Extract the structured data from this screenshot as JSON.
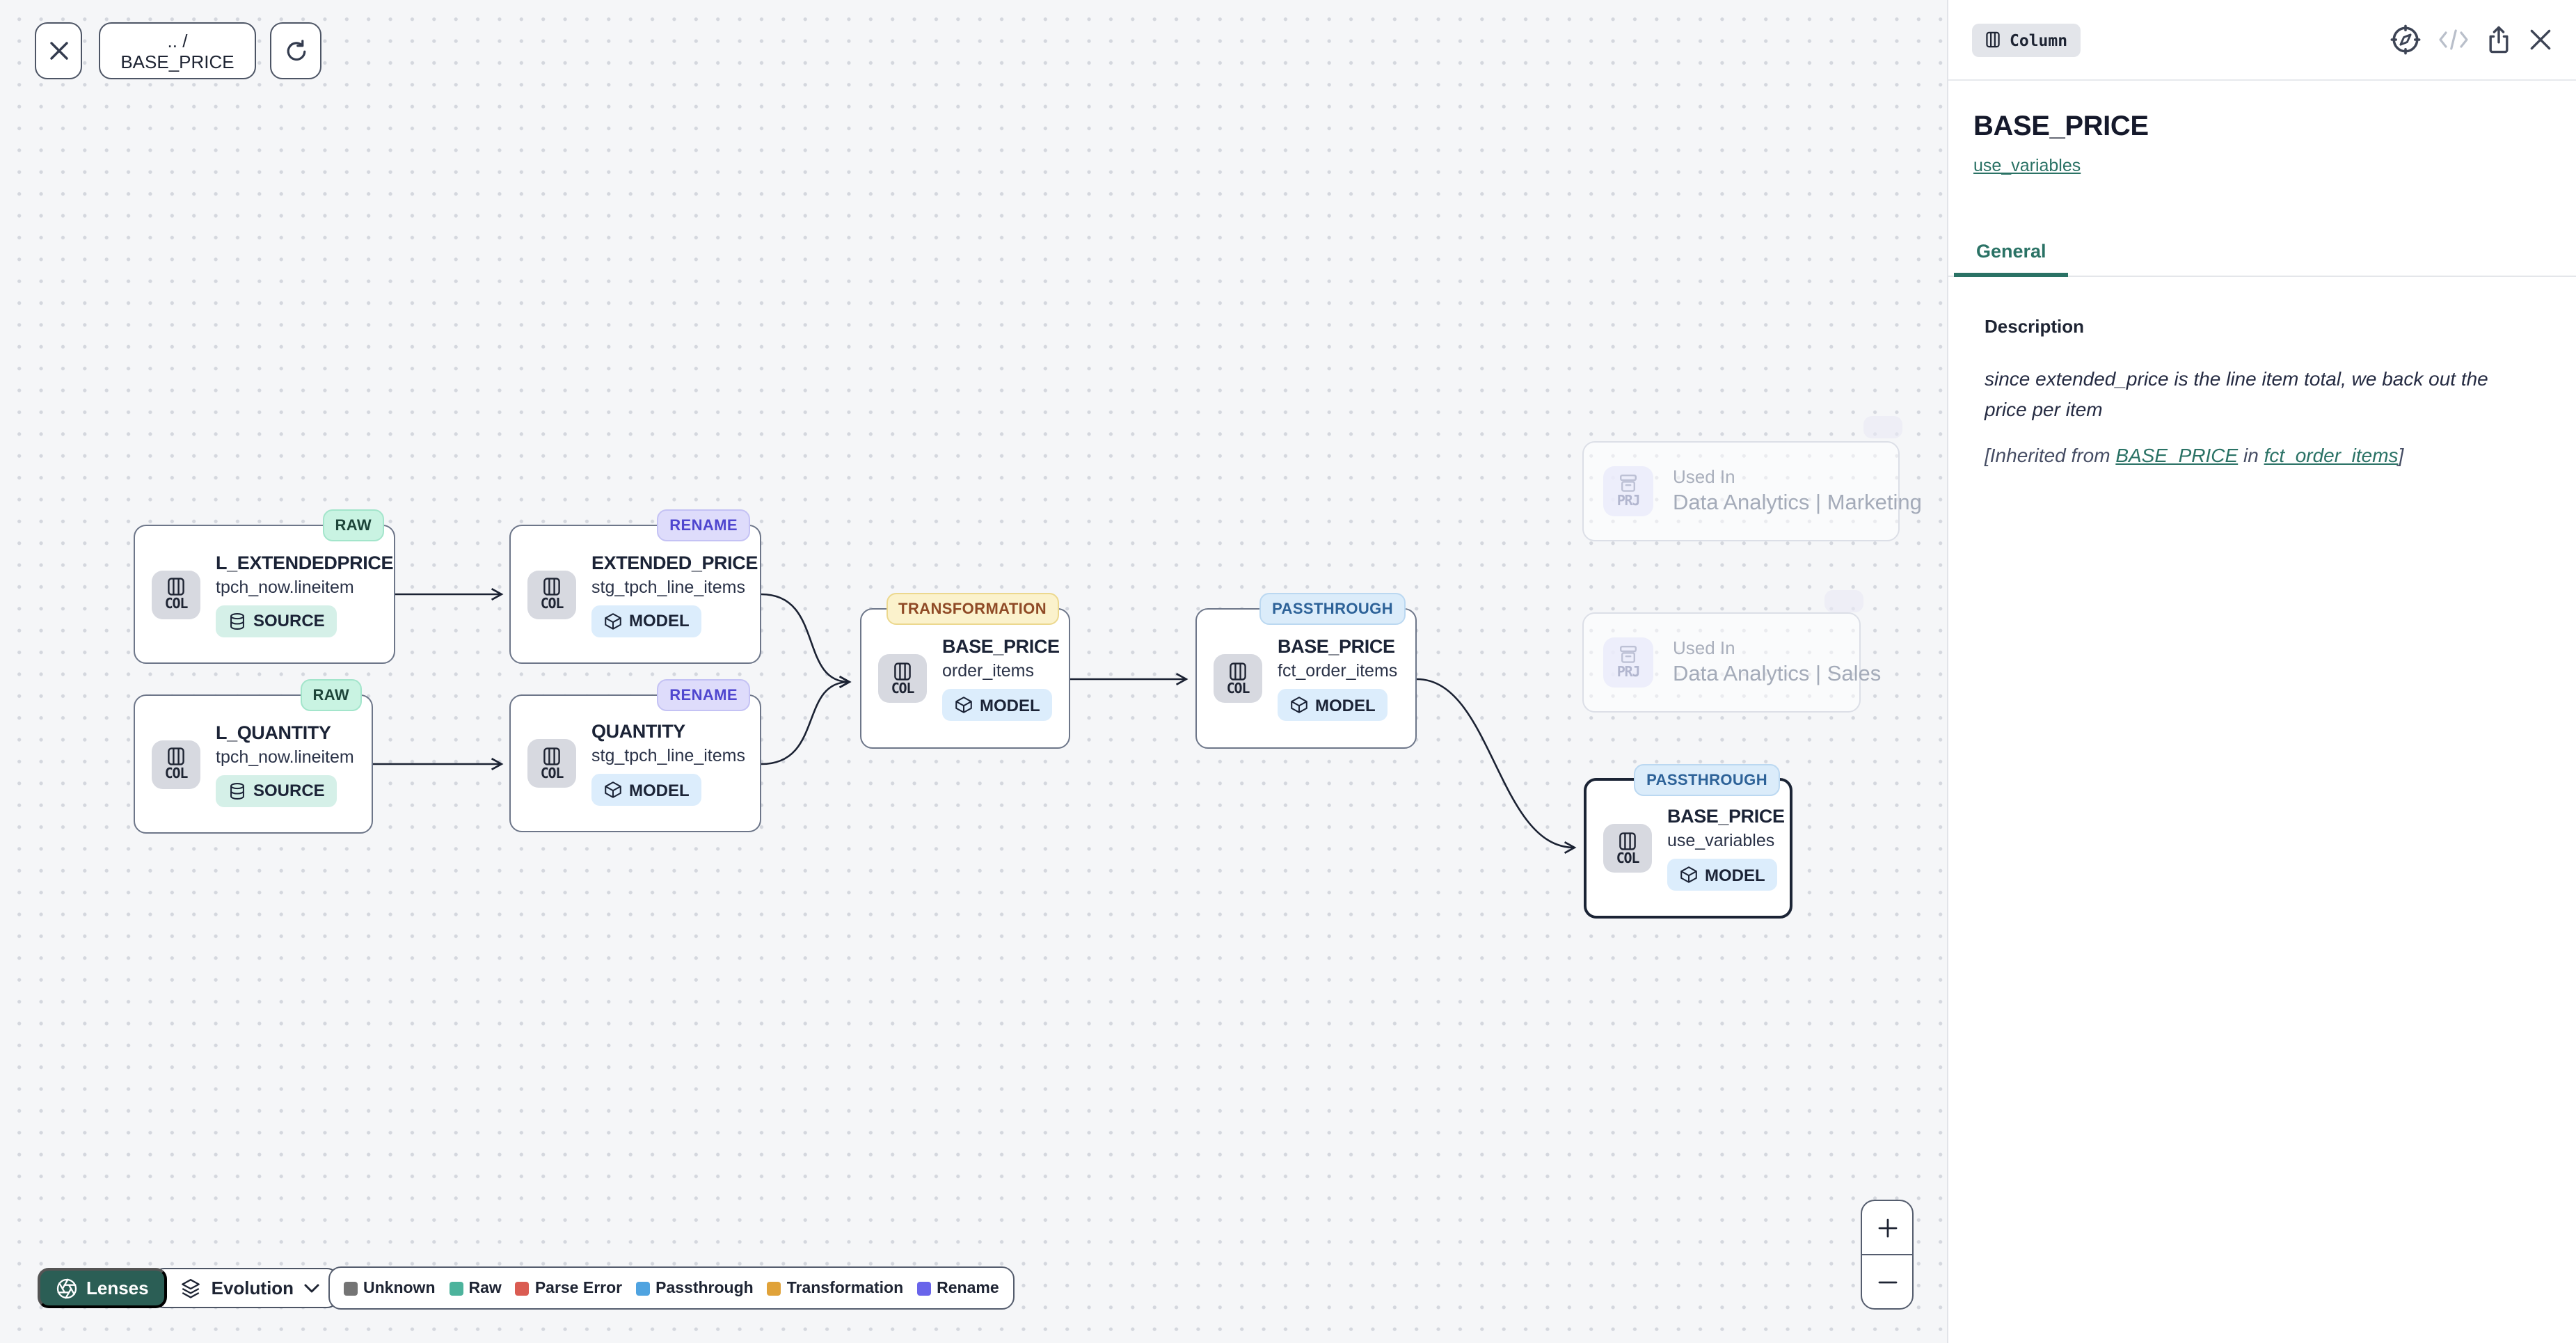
{
  "toolbar": {
    "breadcrumb": ".. / BASE_PRICE"
  },
  "nodes": [
    {
      "badge": "RAW",
      "type": "COL",
      "title": "L_EXTENDEDPRICE",
      "subtitle": "tpch_now.lineitem",
      "chip": "SOURCE"
    },
    {
      "badge": "RAW",
      "type": "COL",
      "title": "L_QUANTITY",
      "subtitle": "tpch_now.lineitem",
      "chip": "SOURCE"
    },
    {
      "badge": "RENAME",
      "type": "COL",
      "title": "EXTENDED_PRICE",
      "subtitle": "stg_tpch_line_items",
      "chip": "MODEL"
    },
    {
      "badge": "RENAME",
      "type": "COL",
      "title": "QUANTITY",
      "subtitle": "stg_tpch_line_items",
      "chip": "MODEL"
    },
    {
      "badge": "TRANSFORMATION",
      "type": "COL",
      "title": "BASE_PRICE",
      "subtitle": "order_items",
      "chip": "MODEL"
    },
    {
      "badge": "PASSTHROUGH",
      "type": "COL",
      "title": "BASE_PRICE",
      "subtitle": "fct_order_items",
      "chip": "MODEL"
    },
    {
      "badge": "PASSTHROUGH",
      "type": "COL",
      "title": "BASE_PRICE",
      "subtitle": "use_variables",
      "chip": "MODEL"
    }
  ],
  "used_in": [
    {
      "type": "PRJ",
      "label": "Used In",
      "name": "Data Analytics | Marketing"
    },
    {
      "type": "PRJ",
      "label": "Used In",
      "name": "Data Analytics | Sales"
    }
  ],
  "footer": {
    "lenses": "Lenses",
    "lens_selected": "Evolution",
    "legend": [
      {
        "label": "Unknown",
        "color": "#747474"
      },
      {
        "label": "Raw",
        "color": "#4cb39c"
      },
      {
        "label": "Parse Error",
        "color": "#da5c52"
      },
      {
        "label": "Passthrough",
        "color": "#4fa3e0"
      },
      {
        "label": "Transformation",
        "color": "#e0a239"
      },
      {
        "label": "Rename",
        "color": "#6964ea"
      }
    ],
    "zoom_in": "+",
    "zoom_out": "−"
  },
  "panel": {
    "type_badge": "Column",
    "title": "BASE_PRICE",
    "model_link": "use_variables",
    "tab": "General",
    "description_label": "Description",
    "description": "since extended_price is the line item total, we back out the price per item",
    "inherited_prefix": "[Inherited from ",
    "inherited_column": "BASE_PRICE",
    "inherited_middle": " in ",
    "inherited_model": "fct_order_items",
    "inherited_suffix": "]"
  },
  "colors": {
    "accent_teal": "#2a7265",
    "lenses_bg": "#2b5e55",
    "raw_badge": "#c9f3e2",
    "rename_badge": "#dedcfb",
    "transformation_badge": "#fbf2cc",
    "passthrough_badge": "#dbecfa",
    "source_chip": "#d5f0e8",
    "model_chip": "#dcedfc"
  }
}
